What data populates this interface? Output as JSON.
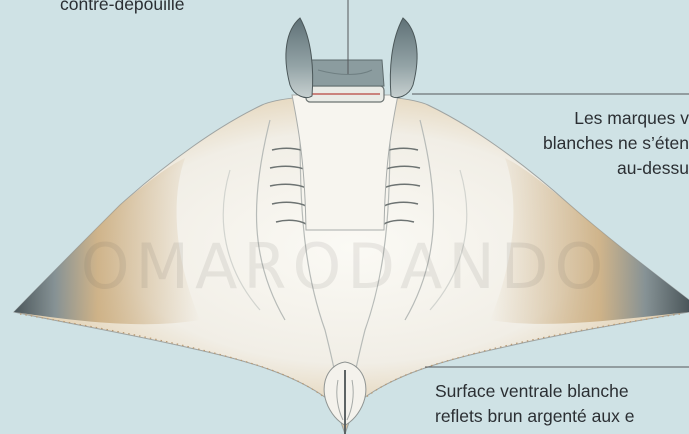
{
  "labels": {
    "top_left": "contre-dépouille",
    "marks_line1": "Les marques v",
    "marks_line2": "blanches ne s’éten",
    "marks_line3": "au-dessu",
    "ventral_line1": "Surface ventrale blanche",
    "ventral_line2": "reflets brun argenté aux e"
  },
  "watermark": "OMARODANDO",
  "colors": {
    "background": "#cfe2e5",
    "leader_line": "#55585b",
    "ray_white": "#f4f1ea",
    "wing_tan": "#c6a578",
    "wing_tip_dark": "#2e3b42",
    "cephalic_fin": "#7d8e91"
  }
}
